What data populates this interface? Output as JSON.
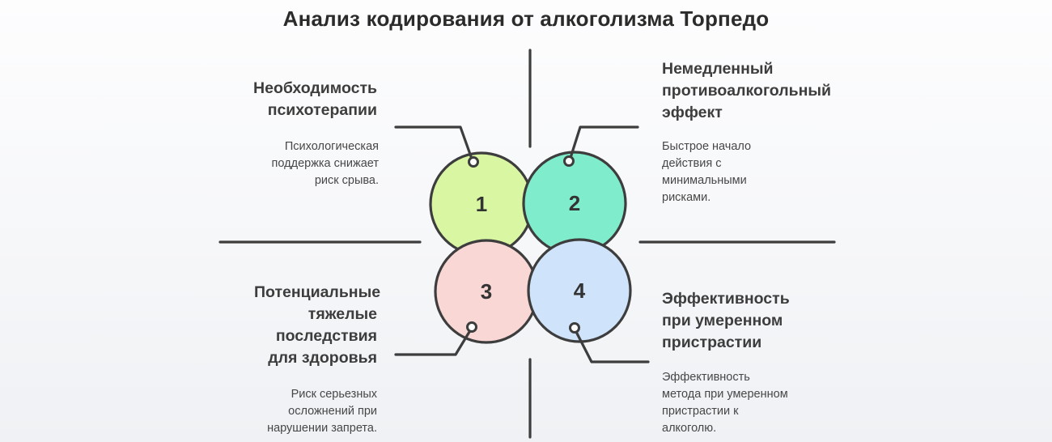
{
  "title": "Анализ кодирования от алкоголизма Торпедо",
  "diagram": {
    "stroke_color": "#3d3d3d",
    "node_fill": "#ffffff",
    "circles": [
      {
        "number": "1",
        "color": "#d9f6a2"
      },
      {
        "number": "2",
        "color": "#7fedcb"
      },
      {
        "number": "3",
        "color": "#f9d7d4"
      },
      {
        "number": "4",
        "color": "#cfe3fa"
      }
    ]
  },
  "sections": {
    "top_left": {
      "heading": "Необходимость психотерапии",
      "description": "Психологическая поддержка снижает риск срыва."
    },
    "top_right": {
      "heading": "Немедленный противоалкогольный эффект",
      "description": "Быстрое начало действия с минимальными рисками."
    },
    "bottom_left": {
      "heading": "Потенциальные тяжелые последствия для здоровья",
      "description": "Риск серьезных осложнений при нарушении запрета."
    },
    "bottom_right": {
      "heading": "Эффективность при умеренном пристрастии",
      "description": "Эффективность метода при умеренном пристрастии к алкоголю."
    }
  }
}
